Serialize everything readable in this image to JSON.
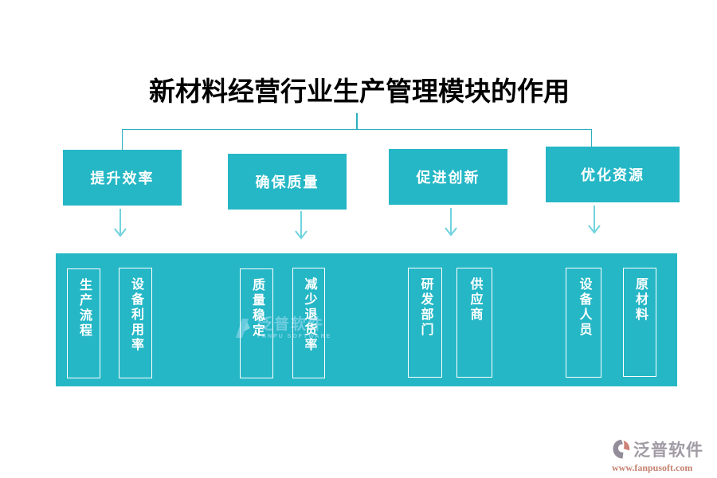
{
  "title": "新材料经营行业生产管理模块的作用",
  "colors": {
    "teal_fill": "#25b7c6",
    "connector_line": "#2bafbf",
    "arrow": "#70d3de",
    "title_text": "#000000",
    "box_text": "#ffffff",
    "footer_brand_text": "#a19ba5",
    "footer_url_text": "#c5806f"
  },
  "categories": [
    {
      "label": "提升效率",
      "items": [
        "生产流程",
        "设备利用率"
      ]
    },
    {
      "label": "确保质量",
      "items": [
        "质量稳定",
        "减少退货率"
      ]
    },
    {
      "label": "促进创新",
      "items": [
        "研发部门",
        "供应商"
      ]
    },
    {
      "label": "优化资源",
      "items": [
        "设备人员",
        "原材料"
      ]
    }
  ],
  "watermark": {
    "brand": "泛普软件",
    "brand_sub": "FANPU SOFTWARE"
  },
  "footer": {
    "brand": "泛普软件",
    "url": "www.fanpusoft.com"
  }
}
